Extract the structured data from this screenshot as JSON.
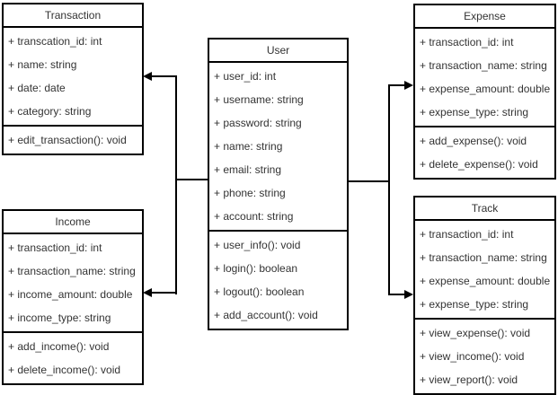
{
  "diagram": {
    "type": "uml-class-diagram",
    "colors": {
      "stroke": "#000000",
      "text": "#333333",
      "background": "#ffffff"
    },
    "classes": {
      "transaction": {
        "title": "Transaction",
        "attributes": [
          "+ transcation_id: int",
          "+ name: string",
          "+ date: date",
          "+ category: string"
        ],
        "methods": [
          "+ edit_transaction(): void"
        ]
      },
      "user": {
        "title": "User",
        "attributes": [
          "+ user_id: int",
          "+ username: string",
          "+ password: string",
          "+ name: string",
          "+ email: string",
          "+ phone: string",
          "+ account: string"
        ],
        "methods": [
          "+ user_info(): void",
          "+ login(): boolean",
          "+ logout(): boolean",
          "+ add_account(): void"
        ]
      },
      "expense": {
        "title": "Expense",
        "attributes": [
          "+ transaction_id: int",
          "+ transaction_name: string",
          "+ expense_amount: double",
          "+ expense_type: string"
        ],
        "methods": [
          "+ add_expense(): void",
          "+ delete_expense(): void"
        ]
      },
      "income": {
        "title": "Income",
        "attributes": [
          "+ transaction_id: int",
          "+ transaction_name: string",
          "+ income_amount: double",
          "+ income_type: string"
        ],
        "methods": [
          "+ add_income(): void",
          "+ delete_income(): void"
        ]
      },
      "track": {
        "title": "Track",
        "attributes": [
          "+ transaction_id: int",
          "+ transaction_name: string",
          "+ expense_amount: double",
          "+ expense_type: string"
        ],
        "methods": [
          "+ view_expense(): void",
          "+ view_income(): void",
          "+ view_report(): void"
        ]
      }
    },
    "connections": [
      {
        "from": "User",
        "to": "Transaction",
        "arrow": "filled"
      },
      {
        "from": "User",
        "to": "Income",
        "arrow": "filled"
      },
      {
        "from": "User",
        "to": "Expense",
        "arrow": "filled"
      },
      {
        "from": "User",
        "to": "Track",
        "arrow": "filled"
      }
    ]
  }
}
